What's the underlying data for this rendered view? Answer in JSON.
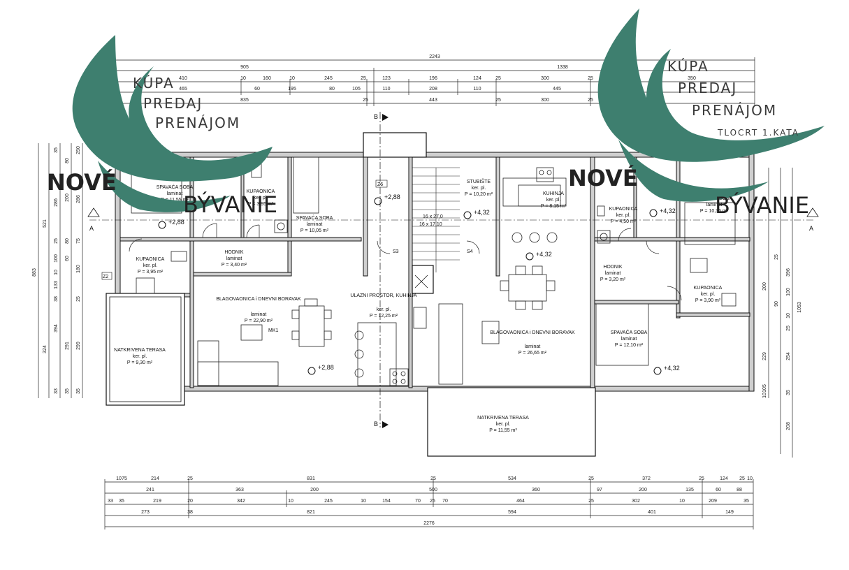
{
  "watermark": {
    "left": {
      "line1": "KÚPA",
      "line2": "PREDAJ",
      "line3": "PRENÁJOM",
      "brand1": "NOVÉ",
      "brand2": "BÝVANIE"
    },
    "right": {
      "line1": "KÚPA",
      "line2": "PREDAJ",
      "line3": "PRENÁJOM",
      "brand1": "NOVÉ",
      "brand2": "BÝVANIE"
    },
    "wing_color": "#3e7f6f"
  },
  "plan_title": "TLOCRT 1.KATA",
  "section_marks": {
    "a_left": "A",
    "a_right": "A",
    "b_top": "B",
    "b_bottom": "B"
  },
  "top_dims": {
    "overall": "2243",
    "row1": [
      "905",
      "1338"
    ],
    "row2": [
      "410",
      "10",
      "160",
      "10",
      "245",
      "25",
      "123",
      "196",
      "124",
      "25",
      "300",
      "25"
    ],
    "row3": [
      "465",
      "60",
      "195",
      "80",
      "105",
      "110",
      "208",
      "110",
      "445",
      "350"
    ],
    "row4": [
      "835",
      "25",
      "443",
      "25",
      "300",
      "25"
    ]
  },
  "bottom_dims": {
    "row1": [
      "10",
      "75",
      "214",
      "25",
      "831",
      "25",
      "534",
      "25",
      "372",
      "25",
      "124",
      "25",
      "10"
    ],
    "row2": [
      "241",
      "363",
      "200",
      "500",
      "360",
      "97",
      "200",
      "135",
      "60",
      "88"
    ],
    "row3": [
      "33",
      "35",
      "219",
      "20",
      "342",
      "10",
      "245",
      "10",
      "154",
      "70",
      "25",
      "70",
      "464",
      "25",
      "302",
      "10",
      "209",
      "35"
    ],
    "row4": [
      "273",
      "38",
      "821",
      "594",
      "401",
      "149"
    ],
    "overall": "2276"
  },
  "left_dims": {
    "col1": [
      "521",
      "883"
    ],
    "col2": [
      "35",
      "286",
      "25",
      "100",
      "10",
      "133",
      "38",
      "394",
      "324",
      "33"
    ],
    "col3": [
      "80",
      "200",
      "80",
      "60",
      "291",
      "35"
    ],
    "col4": [
      "250",
      "286",
      "75",
      "180",
      "25",
      "299",
      "35"
    ]
  },
  "right_dims": {
    "col1": [
      "1053"
    ],
    "col2": [
      "396",
      "25",
      "100",
      "10",
      "90",
      "25",
      "254",
      "35",
      "208"
    ],
    "col3": [
      "200",
      "229",
      "105",
      "10"
    ]
  },
  "rooms": [
    {
      "name": "SPAVAĆA SOBA",
      "floor": "laminat",
      "area": "P = 11,55 m²"
    },
    {
      "name": "KUPAONICA",
      "floor": "ker. pl.",
      "area": "P = 3,95 m²"
    },
    {
      "name": "SPAVAĆA SOBA",
      "floor": "laminat",
      "area": "P = 10,05 m²"
    },
    {
      "name": "HODNIK",
      "floor": "laminat",
      "area": "P = 3,40 m²"
    },
    {
      "name": "KUPAONICA",
      "floor": "ker. pl.",
      "area": "P = 3,95 m²"
    },
    {
      "name": "BLAGOVAONICA i DNEVNI BORAVAK",
      "floor": "laminat",
      "area": "P = 22,90 m²"
    },
    {
      "name": "NATKRIVENA TERASA",
      "floor": "ker. pl.",
      "area": "P = 9,30 m²"
    },
    {
      "name": "ULAZNI PROSTOR, KUHINJA",
      "floor": "ker. pl.",
      "area": "P = 12,25 m²"
    },
    {
      "name": "STUBIŠTE",
      "floor": "ker. pl.",
      "area": "P = 10,20 m²"
    },
    {
      "name": "KUHINJA",
      "floor": "ker. pl.",
      "area": "P = 8,15 m²"
    },
    {
      "name": "BLAGOVAONICA i DNEVNI BORAVAK",
      "floor": "laminat",
      "area": "P = 26,65 m²"
    },
    {
      "name": "NATKRIVENA TERASA",
      "floor": "ker. pl.",
      "area": "P = 11,55 m²"
    },
    {
      "name": "KUPAONICA",
      "floor": "ker. pl.",
      "area": "P = 4,50 m²"
    },
    {
      "name": "SPAVAĆA SOBA",
      "floor": "laminat",
      "area": "P = 10,35 m²"
    },
    {
      "name": "HODNIK",
      "floor": "laminat",
      "area": "P = 3,20 m²"
    },
    {
      "name": "KUPAONICA",
      "floor": "ker. pl.",
      "area": "P = 3,90 m²"
    },
    {
      "name": "SPAVAĆA SOBA",
      "floor": "laminat",
      "area": "P = 12,10 m²"
    }
  ],
  "levels": [
    "+2,88",
    "+2,88",
    "+2,88",
    "+4,32",
    "+4,32",
    "+4,32",
    "+4,32"
  ],
  "stairs_label": "16 x 27,0",
  "stairs_label2": "16 x 17,10",
  "labels_misc": {
    "s3": "S3",
    "s4": "S4",
    "z6": "Z6",
    "z2": "Z2",
    "mk1": "MK1"
  }
}
